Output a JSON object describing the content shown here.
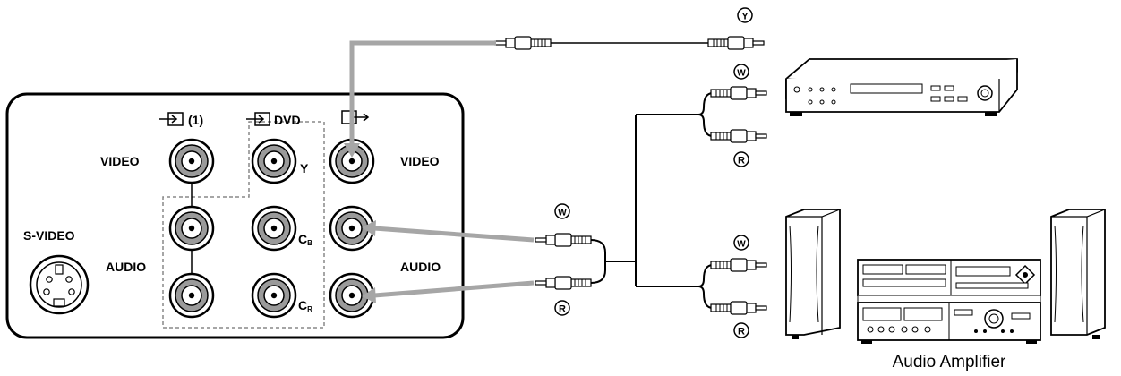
{
  "panel": {
    "input1_label": "(1)",
    "dvd_label": "DVD",
    "video_left": "VIDEO",
    "video_right": "VIDEO",
    "audio_left": "AUDIO",
    "audio_right": "AUDIO",
    "svideo_label": "S-VIDEO",
    "y_label": "Y",
    "cb_main": "C",
    "cb_sub": "B",
    "cr_main": "C",
    "cr_sub": "R"
  },
  "markers": {
    "yellow": "Y",
    "white": "W",
    "red": "R"
  },
  "devices": {
    "amplifier_caption": "Audio Amplifier"
  },
  "colors": {
    "arrow": "#a6a6a6",
    "outline": "#000000",
    "dashed": "#888888"
  }
}
